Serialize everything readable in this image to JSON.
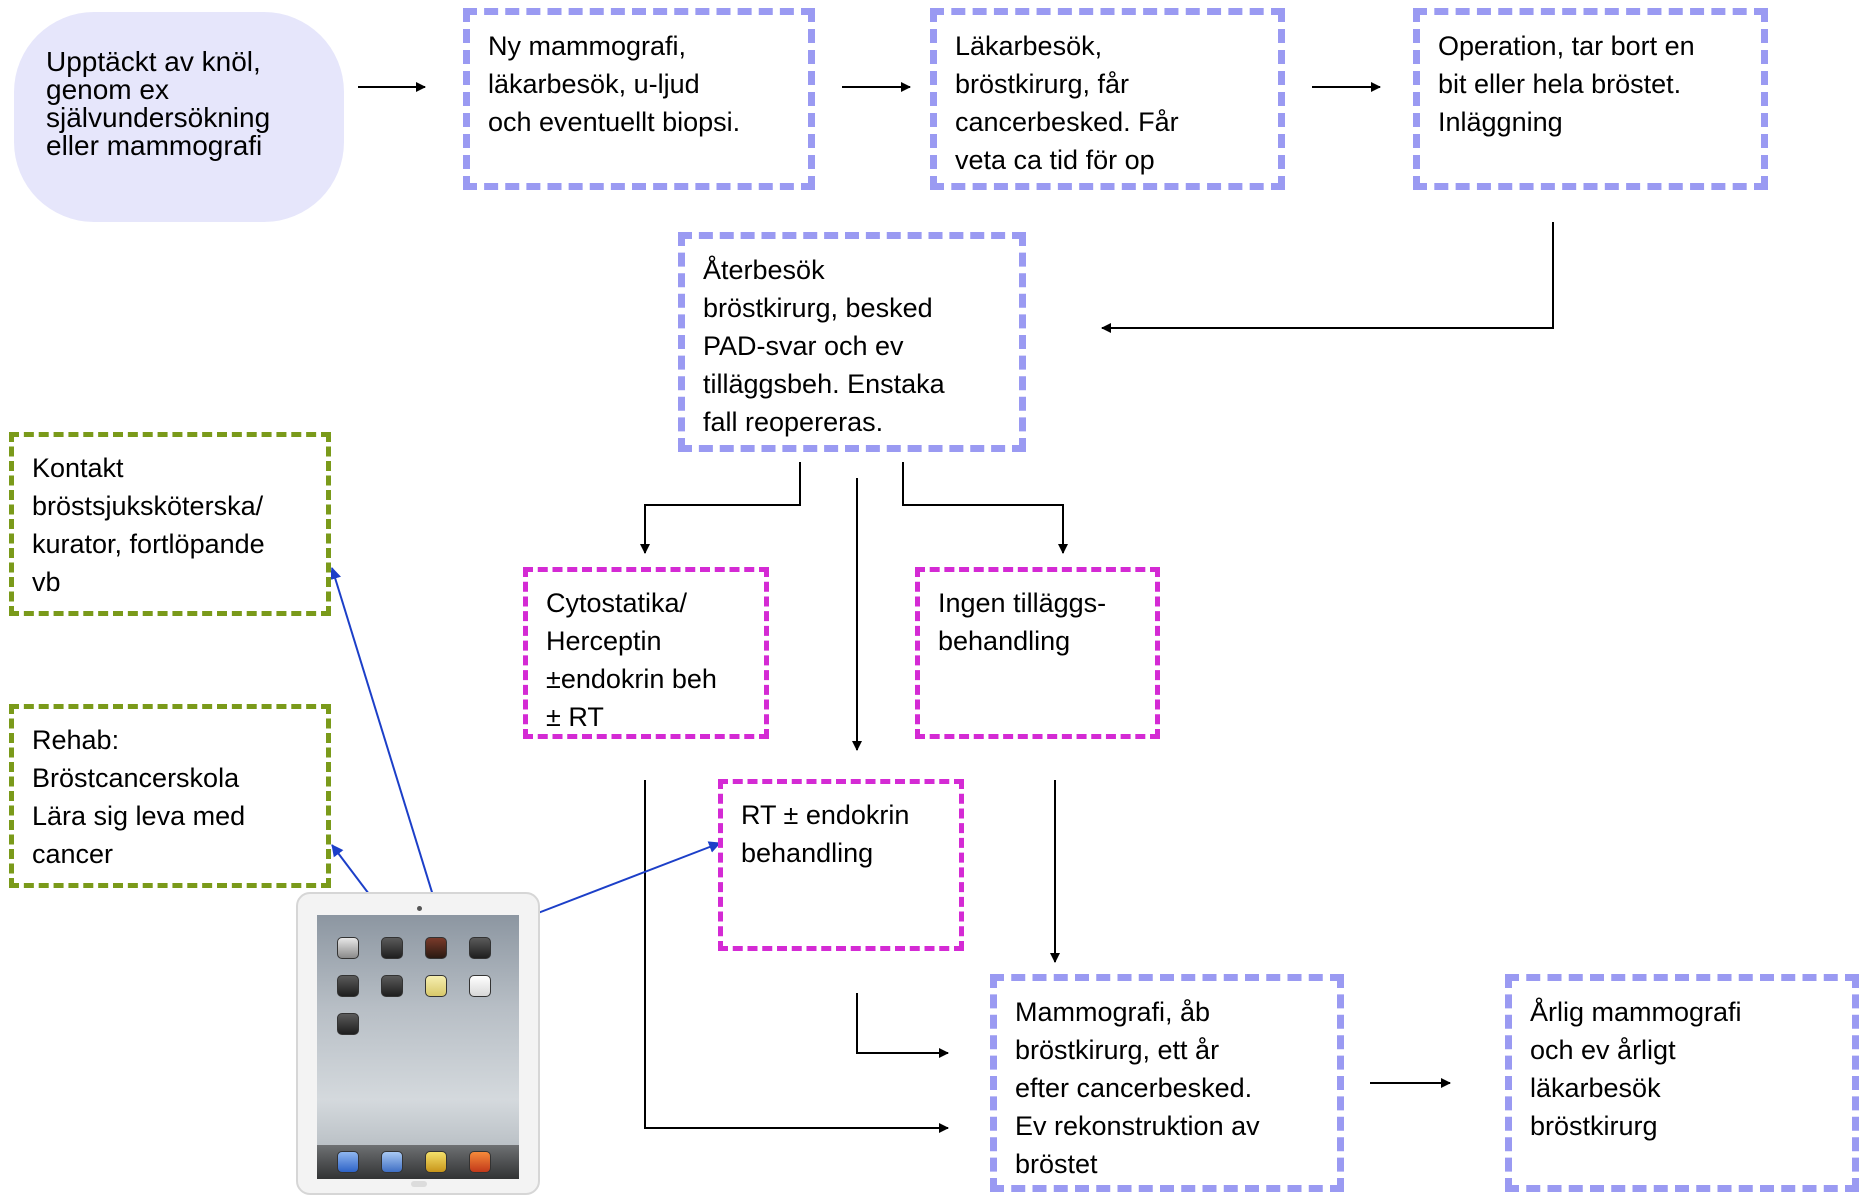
{
  "nodes": {
    "start": "Upptäckt av knöl,\ngenom ex\nsjälvundersökning\neller mammografi",
    "mammografi": "Ny mammografi,\nläkarbesök, u-ljud\noch eventuellt biopsi.",
    "lakarbesok": "Läkarbesök,\nbröstkirurg, får\ncancerbesked. Får\nveta ca tid för op",
    "operation": "Operation, tar bort en\nbit eller hela bröstet.\nInläggning",
    "aterbesok": "Återbesök\nbröstkirurg, besked\nPAD-svar och ev\ntilläggsbeh. Enstaka\nfall reopereras.",
    "kontakt": "Kontakt\nbröstsjuksköterska/\nkurator, fortlöpande\nvb",
    "rehab": "Rehab:\nBröstcancerskola\nLära sig leva med\ncancer",
    "cytostatika": "Cytostatika/\nHerceptin\n±endokrin beh\n± RT",
    "ingen": "Ingen tilläggs-\nbehandling",
    "rt": "RT ± endokrin\nbehandling",
    "uppfoljning": "Mammografi, åb\nbröstkirurg, ett år\nefter cancerbesked.\nEv rekonstruktion av\nbröstet",
    "arlig": "Årlig mammografi\noch ev årligt\nläkarbesök\nbröstkirurg"
  },
  "colors": {
    "process_border": "#9a9af2",
    "treatment_border": "#d42ad4",
    "support_border": "#7a9a1a",
    "start_fill": "#e6e6fb",
    "connector": "#000000",
    "tablet_link": "#1c3fc8"
  },
  "icons": {
    "tablet": "tablet-device-icon"
  }
}
